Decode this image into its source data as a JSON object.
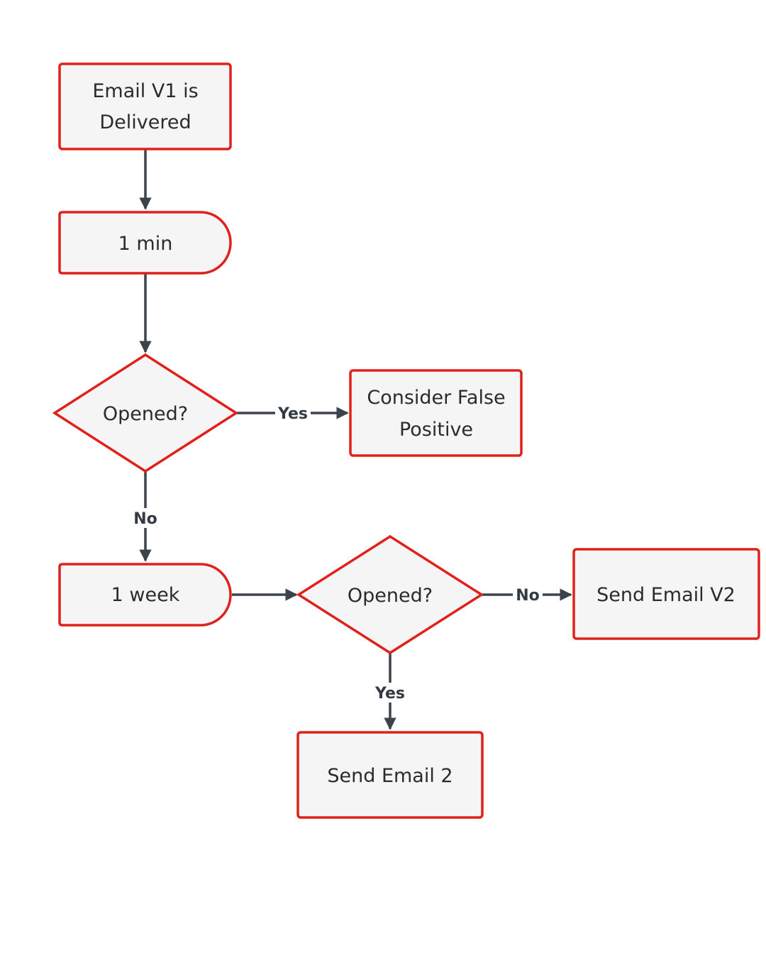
{
  "colors": {
    "node_fill": "#f5f5f5",
    "node_stroke": "#e0201b",
    "edge": "#3d434b",
    "text": "#2b2b2b",
    "background": "#ffffff"
  },
  "nodes": {
    "email_delivered": {
      "shape": "rectangle",
      "lines": [
        "Email V1 is",
        "Delivered"
      ]
    },
    "wait_1min": {
      "shape": "delay",
      "label": "1 min"
    },
    "opened_1": {
      "shape": "diamond",
      "label": "Opened?"
    },
    "false_positive": {
      "shape": "rectangle",
      "lines": [
        "Consider False",
        "Positive"
      ]
    },
    "wait_1week": {
      "shape": "delay",
      "label": "1 week"
    },
    "opened_2": {
      "shape": "diamond",
      "label": "Opened?"
    },
    "send_v2": {
      "shape": "rectangle",
      "label": "Send Email V2"
    },
    "send_2": {
      "shape": "rectangle",
      "label": "Send Email 2"
    }
  },
  "edges": [
    {
      "from": "email_delivered",
      "to": "wait_1min",
      "label": ""
    },
    {
      "from": "wait_1min",
      "to": "opened_1",
      "label": ""
    },
    {
      "from": "opened_1",
      "to": "false_positive",
      "label": "Yes"
    },
    {
      "from": "opened_1",
      "to": "wait_1week",
      "label": "No"
    },
    {
      "from": "wait_1week",
      "to": "opened_2",
      "label": ""
    },
    {
      "from": "opened_2",
      "to": "send_v2",
      "label": "No"
    },
    {
      "from": "opened_2",
      "to": "send_2",
      "label": "Yes"
    }
  ]
}
